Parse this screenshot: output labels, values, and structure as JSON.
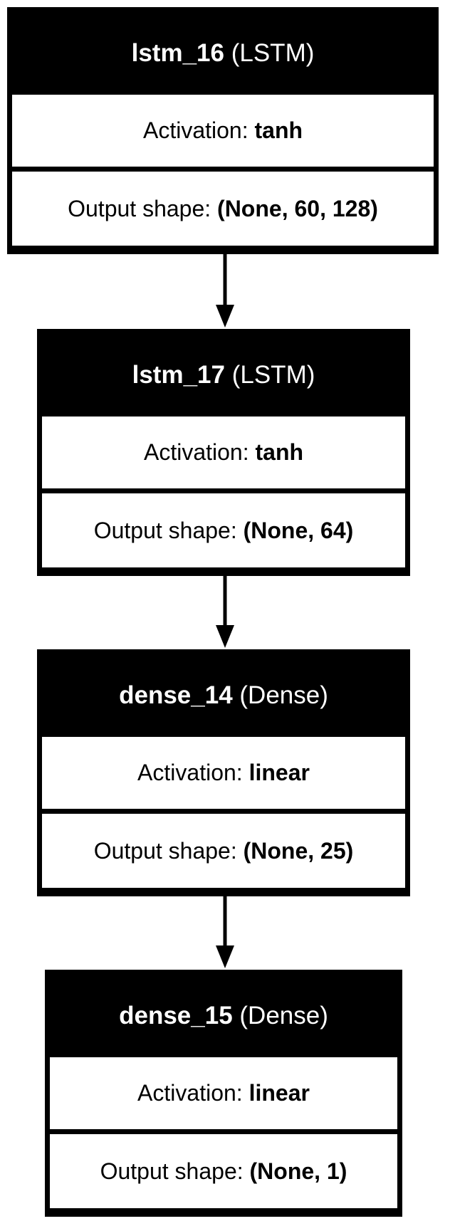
{
  "layers": [
    {
      "name": "lstm_16",
      "type": "(LSTM)",
      "activation_label": "Activation:",
      "activation": "tanh",
      "output_label": "Output shape:",
      "output_shape": "(None, 60, 128)"
    },
    {
      "name": "lstm_17",
      "type": "(LSTM)",
      "activation_label": "Activation:",
      "activation": "tanh",
      "output_label": "Output shape:",
      "output_shape": "(None, 64)"
    },
    {
      "name": "dense_14",
      "type": "(Dense)",
      "activation_label": "Activation:",
      "activation": "linear",
      "output_label": "Output shape:",
      "output_shape": "(None, 25)"
    },
    {
      "name": "dense_15",
      "type": "(Dense)",
      "activation_label": "Activation:",
      "activation": "linear",
      "output_label": "Output shape:",
      "output_shape": "(None, 1)"
    }
  ]
}
